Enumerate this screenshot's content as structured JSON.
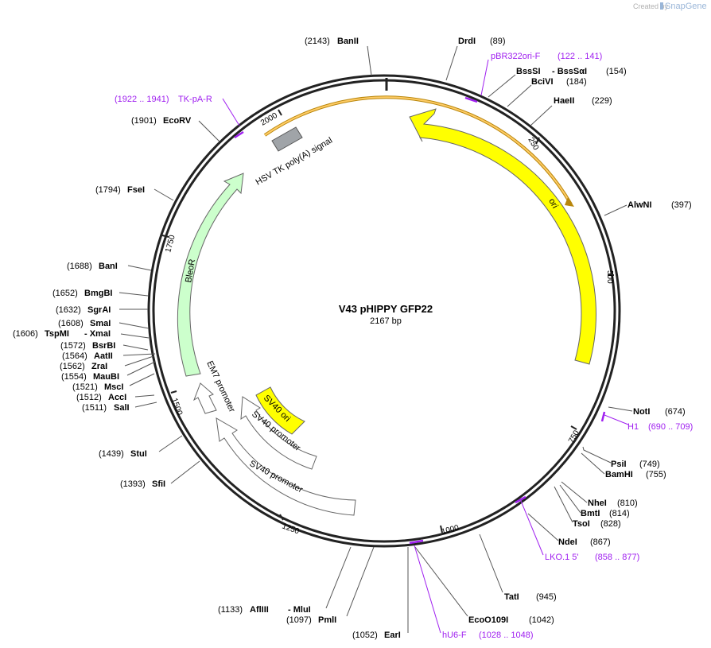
{
  "branding": {
    "created_by": "Created by",
    "app": "SnapGene"
  },
  "plasmid": {
    "name": "V43 pHIPPY GFP22",
    "size": "2167 bp"
  },
  "colors": {
    "ori": "#ffff00",
    "bleor": "#ccffcc",
    "polyA": "#a0a0a0",
    "primer": "#a020f0",
    "sv40ori": "#ffff00"
  },
  "ticks": [
    "250",
    "500",
    "750",
    "1000",
    "1250",
    "1500",
    "1750",
    "2000"
  ],
  "features": {
    "ori": "ori",
    "bleor": "BleoR",
    "polyA": "HSV TK poly(A) signal",
    "em7": "EM7 promoter",
    "sv40_ori": "SV40 ori",
    "sv40_prom1": "SV40 promoter",
    "sv40_prom2": "SV40 promoter"
  },
  "enzymes": [
    {
      "name": "BanII",
      "pos": "(2143)"
    },
    {
      "name": "DrdI",
      "pos": "(89)"
    },
    {
      "name": "BssSI",
      "pos": "(154)",
      "alias": "- BssSαI"
    },
    {
      "name": "BciVI",
      "pos": "(184)"
    },
    {
      "name": "HaeII",
      "pos": "(229)"
    },
    {
      "name": "AlwNI",
      "pos": "(397)"
    },
    {
      "name": "NotI",
      "pos": "(674)"
    },
    {
      "name": "PsiI",
      "pos": "(749)"
    },
    {
      "name": "BamHI",
      "pos": "(755)"
    },
    {
      "name": "NheI",
      "pos": "(810)"
    },
    {
      "name": "BmtI",
      "pos": "(814)"
    },
    {
      "name": "TsoI",
      "pos": "(828)"
    },
    {
      "name": "NdeI",
      "pos": "(867)"
    },
    {
      "name": "TatI",
      "pos": "(945)"
    },
    {
      "name": "EcoO109I",
      "pos": "(1042)"
    },
    {
      "name": "EarI",
      "pos": "(1052)"
    },
    {
      "name": "PmlI",
      "pos": "(1097)"
    },
    {
      "name": "AflIII",
      "pos": "(1133)",
      "alias": "- MluI"
    },
    {
      "name": "SfiI",
      "pos": "(1393)"
    },
    {
      "name": "StuI",
      "pos": "(1439)"
    },
    {
      "name": "SalI",
      "pos": "(1511)"
    },
    {
      "name": "AccI",
      "pos": "(1512)"
    },
    {
      "name": "MscI",
      "pos": "(1521)"
    },
    {
      "name": "MauBI",
      "pos": "(1554)"
    },
    {
      "name": "ZraI",
      "pos": "(1562)"
    },
    {
      "name": "AatII",
      "pos": "(1564)"
    },
    {
      "name": "BsrBI",
      "pos": "(1572)"
    },
    {
      "name": "TspMI",
      "pos": "(1606)",
      "alias": "- XmaI"
    },
    {
      "name": "SmaI",
      "pos": "(1608)"
    },
    {
      "name": "SgrAI",
      "pos": "(1632)"
    },
    {
      "name": "BmgBI",
      "pos": "(1652)"
    },
    {
      "name": "BanI",
      "pos": "(1688)"
    },
    {
      "name": "FseI",
      "pos": "(1794)"
    },
    {
      "name": "EcoRV",
      "pos": "(1901)"
    }
  ],
  "primers": [
    {
      "name": "pBR322ori-F",
      "range": "(122 .. 141)"
    },
    {
      "name": "H1",
      "range": "(690 .. 709)"
    },
    {
      "name": "LKO.1 5'",
      "range": "(858 .. 877)"
    },
    {
      "name": "hU6-F",
      "range": "(1028 .. 1048)"
    },
    {
      "name": "TK-pA-R",
      "range": "(1922 .. 1941)"
    }
  ]
}
